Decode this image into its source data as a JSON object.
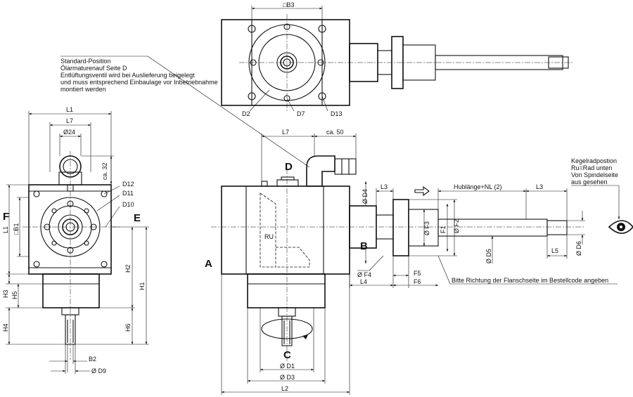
{
  "views": {
    "A": "A",
    "B": "B",
    "C": "C",
    "D": "D",
    "E": "E",
    "F": "F"
  },
  "top_view": {
    "b3": "□B3",
    "d2": "D2",
    "d7": "D7",
    "d13": "D13"
  },
  "left_view": {
    "l1": "L1",
    "l7": "L7",
    "d24": "Ø24",
    "ca32": "ca. 32",
    "d12": "D12",
    "d11": "D11",
    "d10": "D10",
    "l1_vert": "L1",
    "b1": "□B1",
    "h1": "H1",
    "h2": "H2",
    "h3": "H3",
    "h4": "H4",
    "h5": "H5",
    "h6": "H6",
    "b2": "B2",
    "d9": "Ø D9"
  },
  "front_view": {
    "l7": "L7",
    "ca50": "ca. 50",
    "d4": "Ø D4",
    "l3_left": "L3",
    "stroke": "Hublänge+NL (2)",
    "l3_right": "L3",
    "ru": "RU",
    "f3": "Ø F3",
    "f1": "F1",
    "f2": "Ø F2",
    "d5": "Ø D5",
    "l5": "L5",
    "d6": "Ø D6",
    "f4": "Ø F4",
    "l4": "L4",
    "f5": "F5",
    "f6": "F6",
    "d1": "Ø D1",
    "d3": "Ø D3",
    "l2": "L2"
  },
  "notes": {
    "standard_lines": [
      "Standard-Position",
      "Ölarmaturenauf Seite D",
      "Entlüftungsventil wird bei Auslieferung beigelegt",
      "und muss entsprechend Einbaulage vor Inbetriebnahme",
      "montiert werden"
    ],
    "bevel_lines": [
      "Kegelradpostion",
      "Ru=Rad unten",
      "Von Spindelseite",
      "aus gesehen"
    ],
    "flange_note": "Bitte Richtung der Flanschseite im Bestellcode angeben"
  },
  "icons": {
    "eye": "eye-icon",
    "direction": "arrow-right-icon"
  }
}
